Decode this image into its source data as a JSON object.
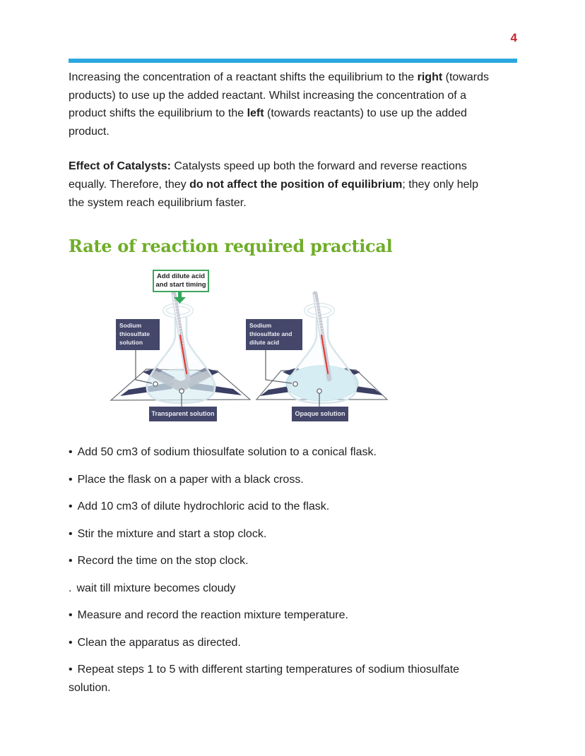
{
  "page": {
    "number": "4"
  },
  "colors": {
    "accent_rule": "#2BA7E0",
    "page_number": "#C9262C",
    "heading_green": "#6FAD28",
    "label_navy": "#44476A",
    "cross_navy": "#3B3F63",
    "callout_green_border": "#3FA45F",
    "arrow_green": "#2FA858",
    "liquid_blue": "#C7E8EF",
    "thermometer_red": "#E23B36"
  },
  "paragraphs": {
    "p1": {
      "runs": [
        {
          "text": "Increasing the concentration of a reactant shifts the equilibrium to the "
        },
        {
          "text": "right",
          "bold": true
        },
        {
          "text": " (towards products) to use up the added reactant. Whilst increasing the concentration of a product shifts the equilibrium to the "
        },
        {
          "text": "left",
          "bold": true
        },
        {
          "text": " (towards reactants) to use up the added product."
        }
      ]
    },
    "p2": {
      "runs": [
        {
          "text": "Effect of Catalysts:",
          "bold": true
        },
        {
          "text": " Catalysts speed up both the forward and reverse reactions equally. Therefore, they "
        },
        {
          "text": "do not affect the position of equilibrium",
          "bold": true
        },
        {
          "text": "; they only help the system reach equilibrium faster."
        }
      ]
    }
  },
  "heading": {
    "text": "Rate of reaction required practical"
  },
  "diagram": {
    "callout": {
      "line1": "Add dilute acid",
      "line2": "and start timing"
    },
    "labels": {
      "left_flask": [
        "Sodium",
        "thiosulfate",
        "solution"
      ],
      "right_flask": [
        "Sodium",
        "thiosulfate and",
        "dilute acid"
      ],
      "left_result": "Transparent solution",
      "right_result": "Opaque solution"
    }
  },
  "steps": [
    {
      "marker": "•",
      "text": "Add 50 cm3 of sodium thiosulfate solution to a conical flask."
    },
    {
      "marker": "•",
      "text": "Place the flask on a paper with a black cross."
    },
    {
      "marker": "•",
      "text": "Add 10 cm3 of dilute hydrochloric acid to the flask."
    },
    {
      "marker": "•",
      "text": "Stir the mixture and start a stop clock."
    },
    {
      "marker": "•",
      "text": "Record the time on the stop clock."
    },
    {
      "marker": ".",
      "text": "wait till mixture becomes cloudy"
    },
    {
      "marker": "•",
      "text": "Measure and record the reaction mixture temperature."
    },
    {
      "marker": "•",
      "text": "Clean the apparatus as directed."
    },
    {
      "marker": "•",
      "text": "Repeat steps 1 to 5 with different starting temperatures of sodium thiosulfate solution."
    }
  ]
}
